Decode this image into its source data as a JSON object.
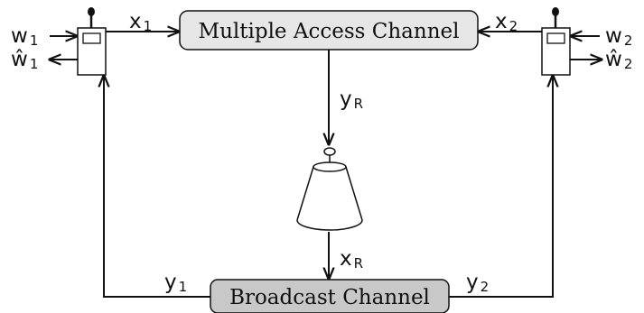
{
  "mac": {
    "label": "Multiple Access Channel",
    "fill": "#e6e6e6"
  },
  "bc": {
    "label": "Broadcast Channel",
    "fill": "#c8c8c8"
  },
  "user1": {
    "input": {
      "base": "w",
      "sub": "1"
    },
    "output": {
      "base": "ŵ",
      "sub": "1"
    },
    "tx": {
      "base": "x",
      "sub": "1"
    },
    "rx": {
      "base": "y",
      "sub": "1"
    }
  },
  "user2": {
    "input": {
      "base": "w",
      "sub": "2"
    },
    "output": {
      "base": "ŵ",
      "sub": "2"
    },
    "tx": {
      "base": "x",
      "sub": "2"
    },
    "rx": {
      "base": "y",
      "sub": "2"
    }
  },
  "relay": {
    "rx": {
      "base": "y",
      "sub": "R"
    },
    "tx": {
      "base": "x",
      "sub": "R"
    }
  },
  "icons": {
    "terminal1": "radio-terminal-icon",
    "terminal2": "radio-terminal-icon",
    "relay": "relay-antenna-icon"
  }
}
